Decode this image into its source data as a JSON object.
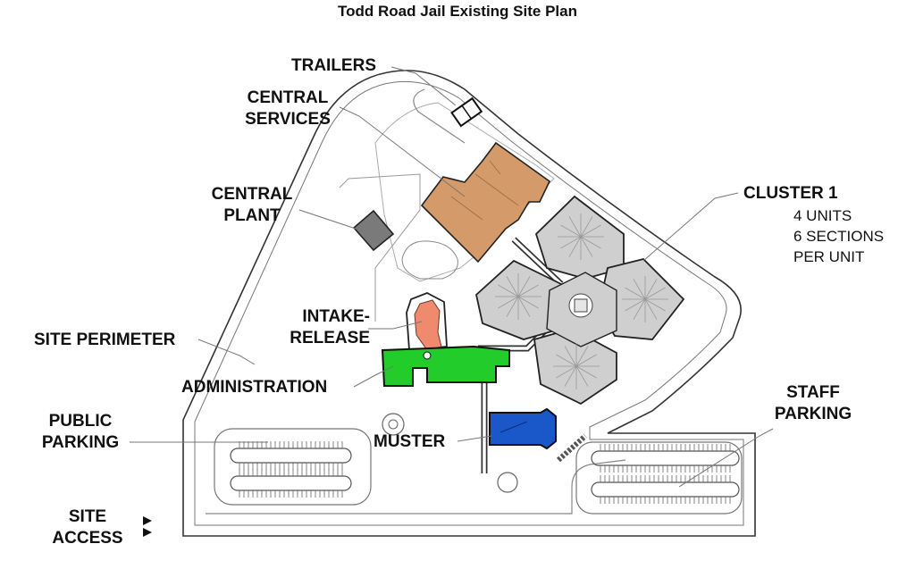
{
  "title": "Todd Road Jail Existing Site Plan",
  "labels": {
    "trailers": "TRAILERS",
    "central_services": "CENTRAL\nSERVICES",
    "central_plant": "CENTRAL\nPLANT",
    "cluster_1": "CLUSTER 1",
    "cluster_1_detail": "4 UNITS\n6 SECTIONS\nPER UNIT",
    "intake_release": "INTAKE-\nRELEASE",
    "site_perimeter": "SITE PERIMETER",
    "administration": "ADMINISTRATION",
    "staff_parking": "STAFF\nPARKING",
    "public_parking": "PUBLIC\nPARKING",
    "muster": "MUSTER",
    "site_access": "SITE\nACCESS"
  },
  "colors": {
    "central_services": "#d49a6a",
    "central_plant": "#7a7a7a",
    "intake_release": "#f08a6e",
    "administration": "#22cc2a",
    "muster": "#1a57c8",
    "housing": "#cfcfcf"
  }
}
